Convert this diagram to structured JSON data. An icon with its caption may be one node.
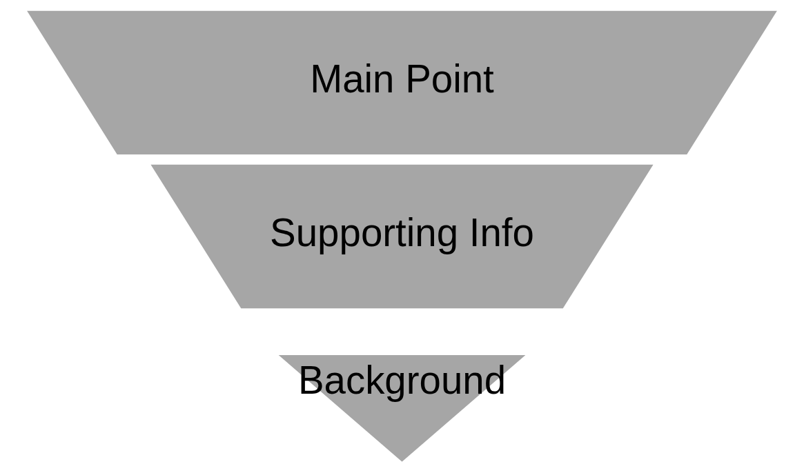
{
  "diagram": {
    "nodes": [
      {
        "text": [
          "Main Point"
        ]
      },
      {
        "text": [
          "Supporting Info"
        ]
      },
      {
        "text": [
          "Background"
        ]
      }
    ]
  }
}
